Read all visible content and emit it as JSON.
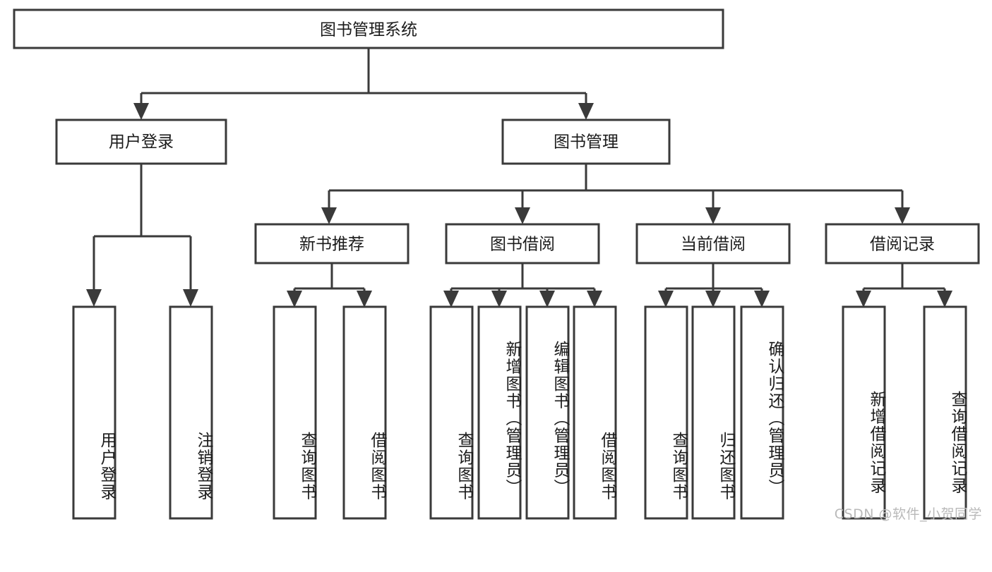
{
  "diagram": {
    "title": "图书管理系统",
    "type": "tree-hierarchy-chart",
    "watermark": "CSDN @软件_小贺同学",
    "colors": {
      "stroke": "#3a3a3a",
      "background": "#ffffff",
      "text": "#1b1b1b",
      "watermark": "#b9b9b9"
    },
    "levels": {
      "root_label": "图书管理系统",
      "level2": [
        {
          "id": "user-login",
          "label": "用户登录"
        },
        {
          "id": "book-management",
          "label": "图书管理"
        }
      ],
      "level3": [
        {
          "id": "new-book-recommend",
          "label": "新书推荐"
        },
        {
          "id": "book-borrow",
          "label": "图书借阅"
        },
        {
          "id": "current-borrow",
          "label": "当前借阅"
        },
        {
          "id": "borrow-record",
          "label": "借阅记录"
        }
      ],
      "leaves": {
        "user-login": [
          {
            "id": "leaf-user-login",
            "label": "用户登录"
          },
          {
            "id": "leaf-logout-login",
            "label": "注销登录"
          }
        ],
        "new-book-recommend": [
          {
            "id": "leaf-query-book-1",
            "label": "查询图书"
          },
          {
            "id": "leaf-borrow-book-1",
            "label": "借阅图书"
          }
        ],
        "book-borrow": [
          {
            "id": "leaf-query-book-2",
            "label": "查询图书"
          },
          {
            "id": "leaf-add-book",
            "label": "新增图书（管理员）"
          },
          {
            "id": "leaf-edit-book",
            "label": "编辑图书（管理员）"
          },
          {
            "id": "leaf-borrow-book-2",
            "label": "借阅图书"
          }
        ],
        "current-borrow": [
          {
            "id": "leaf-query-book-3",
            "label": "查询图书"
          },
          {
            "id": "leaf-return-book",
            "label": "归还图书"
          },
          {
            "id": "leaf-confirm-return",
            "label": "确认归还（管理员）"
          }
        ],
        "borrow-record": [
          {
            "id": "leaf-add-record",
            "label": "新增借阅记录"
          },
          {
            "id": "leaf-query-record",
            "label": "查询借阅记录"
          }
        ]
      }
    }
  }
}
